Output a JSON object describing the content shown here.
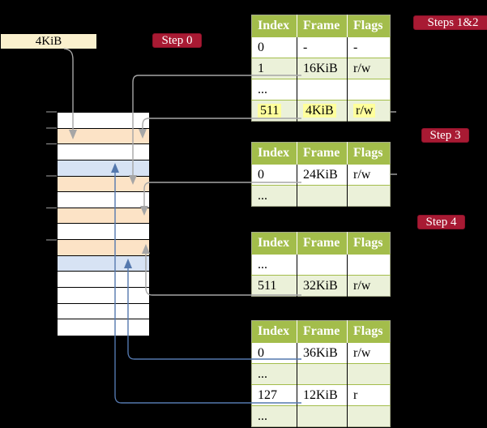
{
  "figure": {
    "page_box_label": "4KiB",
    "labels": {
      "step0": "Step 0",
      "steps_1_2": "Steps 1&2",
      "step3": "Step 3",
      "step4": "Step 4"
    }
  },
  "memory": {
    "rows": [
      "white",
      "peach",
      "white",
      "blue",
      "peach",
      "white",
      "peach",
      "white",
      "peach",
      "blue",
      "white",
      "white",
      "white",
      "white"
    ]
  },
  "tables": [
    {
      "id": "page-table-steps-1-2",
      "headers": [
        "Index",
        "Frame",
        "Flags"
      ],
      "rows": [
        [
          "0",
          "-",
          "-"
        ],
        [
          "1",
          "16KiB",
          "r/w"
        ],
        [
          "...",
          "",
          ""
        ],
        [
          "511",
          "4KiB",
          "r/w"
        ]
      ],
      "highlighted_row_index": 3
    },
    {
      "id": "page-table-step-3",
      "headers": [
        "Index",
        "Frame",
        "Flags"
      ],
      "rows": [
        [
          "0",
          "24KiB",
          "r/w"
        ],
        [
          "...",
          "",
          ""
        ]
      ]
    },
    {
      "id": "page-table-step-4",
      "headers": [
        "Index",
        "Frame",
        "Flags"
      ],
      "rows": [
        [
          "...",
          "",
          ""
        ],
        [
          "511",
          "32KiB",
          "r/w"
        ]
      ]
    },
    {
      "id": "page-table-final",
      "headers": [
        "Index",
        "Frame",
        "Flags"
      ],
      "rows": [
        [
          "0",
          "36KiB",
          "r/w"
        ],
        [
          "...",
          "",
          ""
        ],
        [
          "127",
          "12KiB",
          "r"
        ],
        [
          "...",
          "",
          ""
        ]
      ]
    }
  ],
  "colors": {
    "background": "#000000",
    "table_header_green": "#a3bd4b",
    "table_tint_green": "#ebf1d9",
    "frame_row_peach": "#fce3c6",
    "frame_row_blue": "#d7e3f4",
    "page_box_cream": "#faf0cd",
    "step_label_red": "#a81a33",
    "highlight_yellow": "#ffff9c",
    "arrow_gray": "#a6a6a6",
    "arrow_blue": "#5478ae"
  }
}
